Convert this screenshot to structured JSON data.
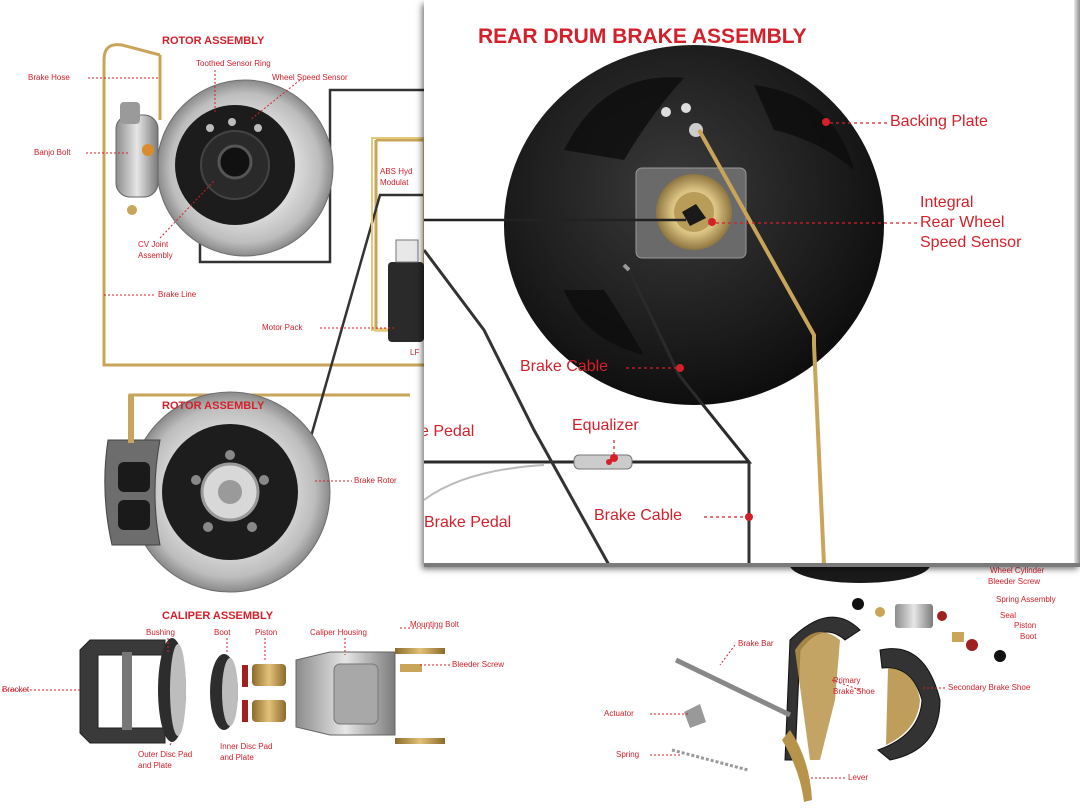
{
  "top_left": {
    "title": "ROTOR ASSEMBLY",
    "labels": {
      "brake_hose": "Brake Hose",
      "toothed_ring": "Toothed Sensor Ring",
      "wheel_speed": "Wheel Speed Sensor",
      "banjo_bolt": "Banjo Bolt",
      "cv_joint": "CV Joint",
      "cv_joint_2": "Assembly",
      "brake_line": "Brake Line",
      "abs_module": "ABS Hyd",
      "abs_module_2": "Modulat",
      "motor_pack": "Motor Pack",
      "lf": "LF"
    }
  },
  "mid_left": {
    "title": "ROTOR ASSEMBLY",
    "brake_rotor": "Brake Rotor"
  },
  "caliper": {
    "title": "CALIPER ASSEMBLY",
    "labels": {
      "bushing": "Bushing",
      "boot": "Boot",
      "piston": "Piston",
      "caliper_housing": "Caliper Housing",
      "mounting_bolt": "Mounting Bolt",
      "bleeder_screw": "Bleeder Screw",
      "bracket": "Bracket",
      "outer_pad": "Outer Disc Pad",
      "outer_pad_2": "and Plate",
      "inner_pad": "Inner Disc Pad",
      "inner_pad_2": "and Plate"
    }
  },
  "inset": {
    "title": "REAR DRUM BRAKE ASSEMBLY",
    "labels": {
      "backing_plate": "Backing Plate",
      "integral_1": "Integral",
      "integral_2": "Rear Wheel",
      "integral_3": "Speed Sensor",
      "brake_cable_upper": "Brake Cable",
      "equalizer": "Equalizer",
      "pedal_partial": "e Pedal",
      "brake_pedal": "Brake Pedal",
      "brake_cable_lower": "Brake Cable"
    }
  },
  "drum_parts": {
    "labels": {
      "wheel_cylinder": "Wheel Cylinder",
      "bleeder_screw": "Bleeder Screw",
      "spring_assembly": "Spring Assembly",
      "seal": "Seal",
      "piston": "Piston",
      "boot": "Boot",
      "brake_bar": "Brake Bar",
      "primary_1": "Primary",
      "primary_2": "Brake Shoe",
      "secondary": "Secondary Brake Shoe",
      "actuator": "Actuator",
      "spring": "Spring",
      "lever": "Lever"
    }
  },
  "colors": {
    "label_red": "#d4202a",
    "brake_line_tan": "#c9a55a",
    "rotor_dark": "#1c1c1c",
    "shoe_gold": "#b8944a"
  }
}
